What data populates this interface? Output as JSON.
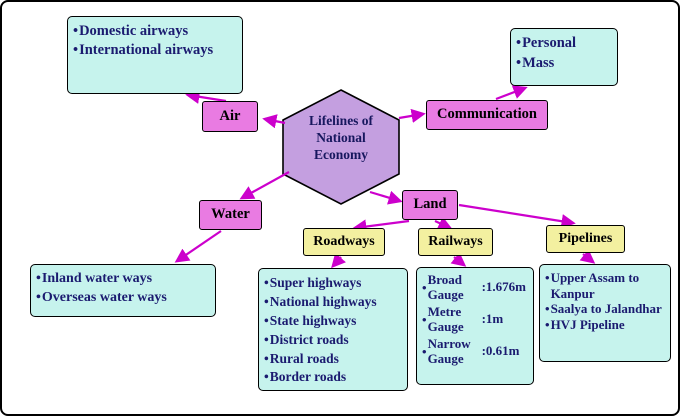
{
  "title": "Lifelines of National Economy",
  "center": {
    "label": "Lifelines of\nNational\nEconomy"
  },
  "branches": {
    "air": {
      "label": "Air",
      "items": [
        "Domestic airways",
        "International airways"
      ]
    },
    "communication": {
      "label": "Communication",
      "items": [
        "Personal",
        "Mass"
      ]
    },
    "water": {
      "label": "Water",
      "items": [
        "Inland water ways",
        "Overseas water ways"
      ]
    },
    "land": {
      "label": "Land"
    },
    "roadways": {
      "label": "Roadways",
      "items": [
        "Super highways",
        "National highways",
        "State highways",
        "District roads",
        "Rural roads",
        "Border roads"
      ]
    },
    "railways": {
      "label": "Railways",
      "items": [
        {
          "label": "Broad Gauge",
          "value": ":1.676m"
        },
        {
          "label": "Metre Gauge",
          "value": ":1m"
        },
        {
          "label": "Narrow Gauge",
          "value": ":0.61m"
        }
      ]
    },
    "pipelines": {
      "label": "Pipelines",
      "items": [
        "Upper Assam to Kanpur",
        "Saalya to Jalandhar",
        "HVJ Pipeline"
      ]
    }
  },
  "colors": {
    "category_box": "#e97be2",
    "mode_box": "#f3f0a0",
    "detail_box": "#c6f3ed",
    "center_hex": "#c49fe0",
    "arrow": "#cc00cc",
    "text": "#1b1b70"
  }
}
